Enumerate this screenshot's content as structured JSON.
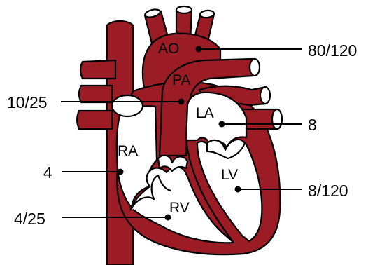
{
  "colors": {
    "tissue": "#9b1c24",
    "outline": "#000000",
    "chamber": "#ffffff",
    "text": "#000000"
  },
  "chambers": {
    "ao": "AO",
    "pa": "PA",
    "la": "LA",
    "ra": "RA",
    "lv": "LV",
    "rv": "RV"
  },
  "pressures": {
    "ao": "80/120",
    "pa": "10/25",
    "la": "8",
    "ra": "4",
    "lv": "8/120",
    "rv": "4/25"
  }
}
